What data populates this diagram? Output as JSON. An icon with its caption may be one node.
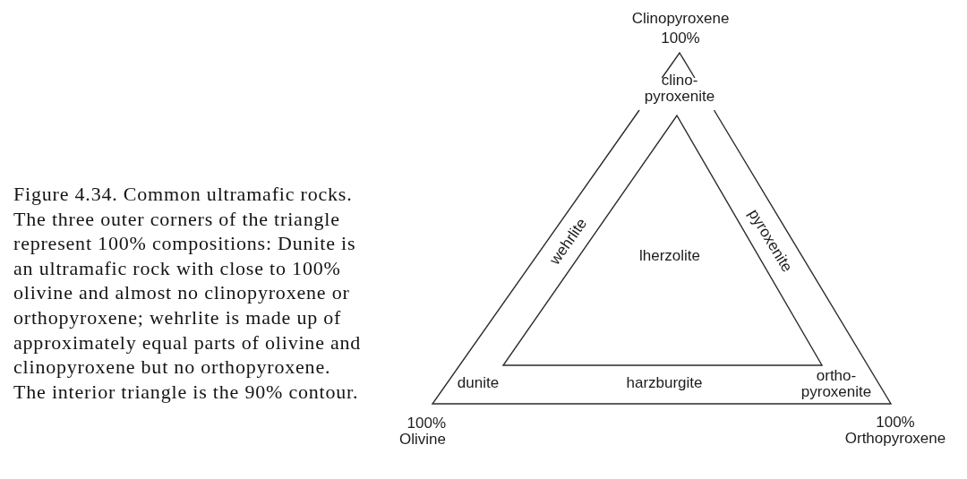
{
  "diagram": {
    "caption": "Figure 4.34. Common ultramafic rocks. The three outer corners of the triangle represent 100% compositions: Dunite is an ultramafic rock with close to 100% olivine and almost no clinopyroxene or orthopyroxene; wehrlite is made up of approximately equal parts of olivine and clinopyroxene but no orthopyroxene. The interior triangle is the 90% contour.",
    "nodes": [
      {
        "text": [
          "clino- pyroxenite",
          "wehrlite",
          "pyroxenite",
          "dunite",
          "harzburgite",
          "ortho- pyroxenite"
        ]
      },
      {
        "text": [
          "lherzolite"
        ],
        "in": 0
      }
    ],
    "labels": [
      "Clinopyroxene 100%",
      "100% Olivine",
      "100% Orthopyroxene"
    ]
  }
}
